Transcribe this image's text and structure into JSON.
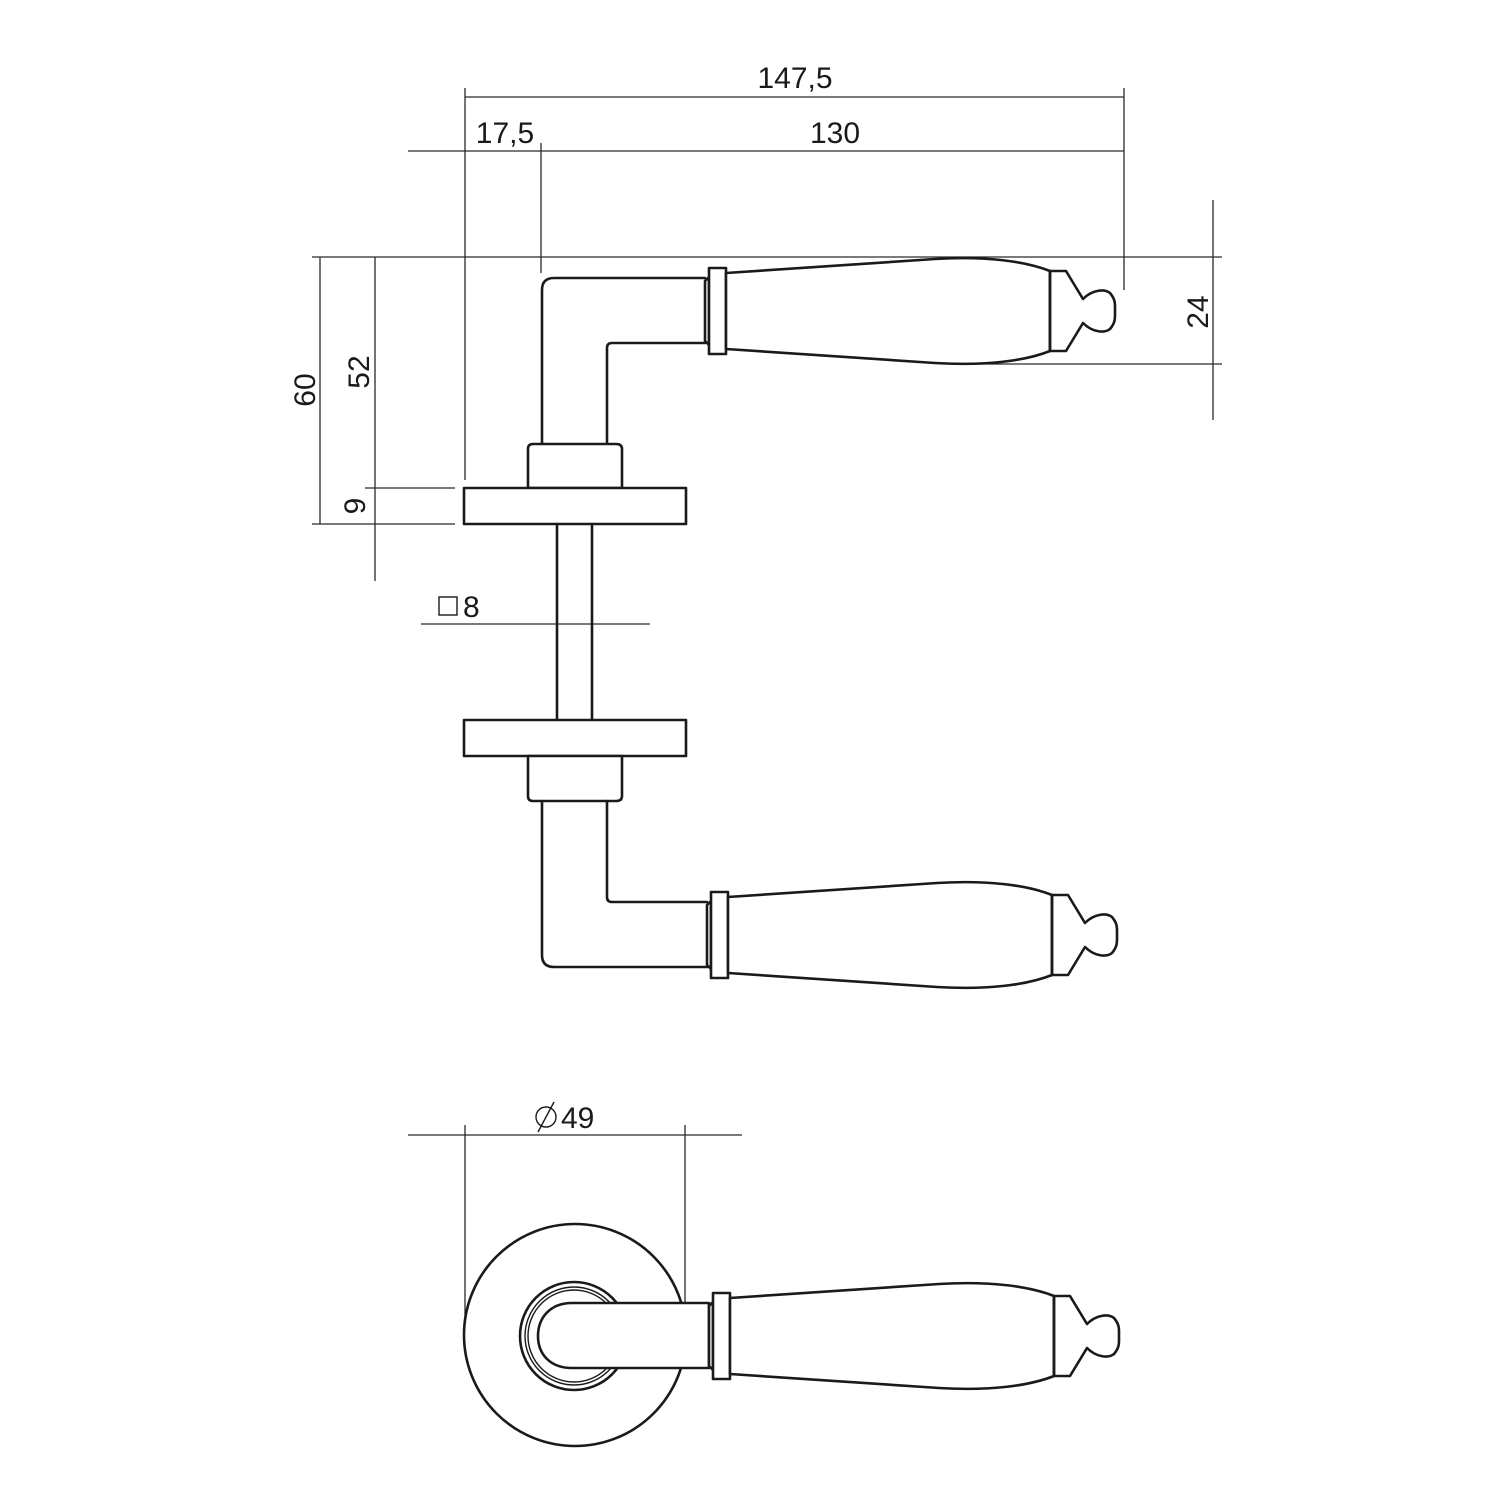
{
  "drawing": {
    "subject": "Door lever handle on round rosette — technical drawing",
    "stroke_color": "#1a1a1a",
    "background": "#ffffff",
    "units": "mm"
  },
  "dimensions": {
    "overall_length": "147,5",
    "rose_offset": "17,5",
    "lever_length": "130",
    "grip_height": "24",
    "total_height": "60",
    "lever_height": "52",
    "rose_thickness": "9",
    "spindle_square": "8",
    "rose_diameter": "49"
  },
  "symbols": {
    "square": "square-symbol",
    "diameter": "diameter-symbol"
  },
  "views": [
    {
      "name": "side-view",
      "parts": [
        "upper-lever",
        "upper-rose",
        "spindle",
        "lower-rose",
        "lower-lever"
      ]
    },
    {
      "name": "front-view",
      "parts": [
        "rosette",
        "collar",
        "lever-neck",
        "grip"
      ]
    }
  ]
}
